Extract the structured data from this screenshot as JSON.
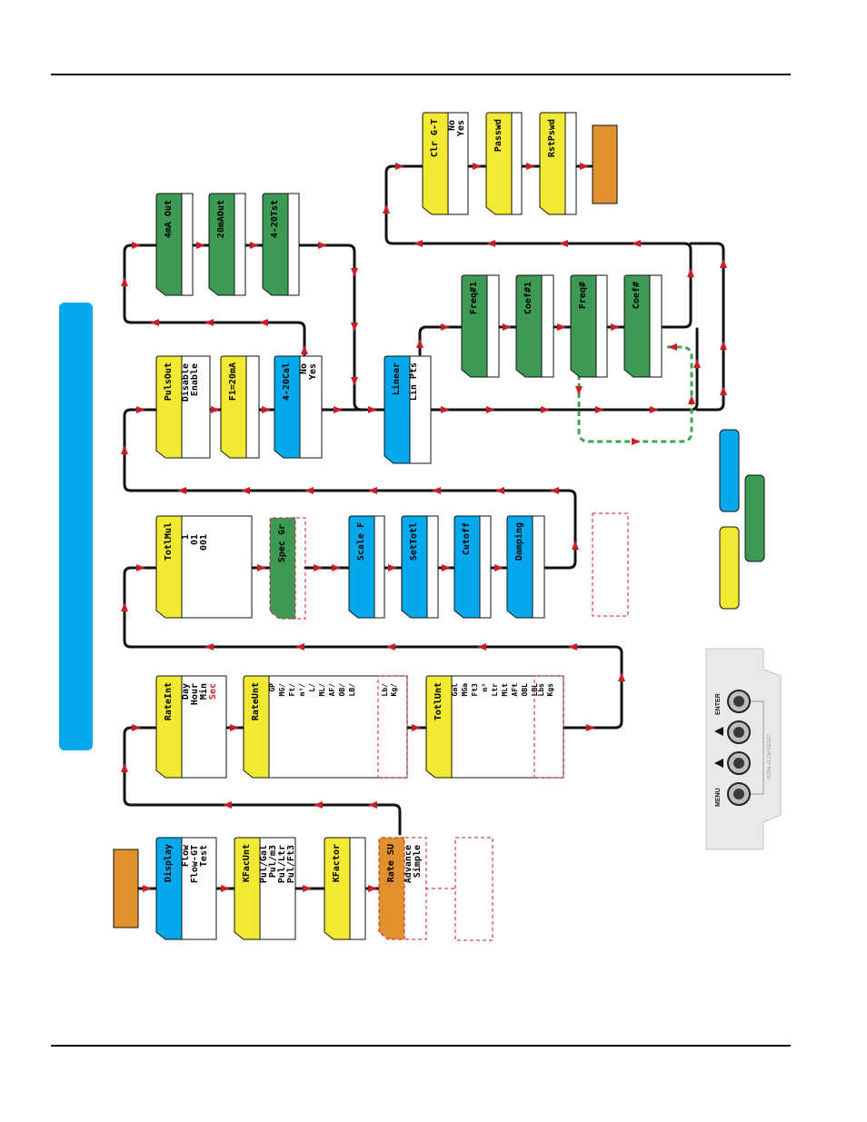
{
  "colors": {
    "yellow": "#f2e933",
    "green": "#3c9a55",
    "blue": "#03a9ec",
    "orange": "#e1902e",
    "flow_line": "#111111",
    "arrow": "#c81e28",
    "dashed_green": "#3aa652",
    "dashed_red": "#c81e28"
  },
  "menus": {
    "display": {
      "title": "Display",
      "options": [
        "Flow",
        "Flow-GT",
        "Test"
      ]
    },
    "kfacunt": {
      "title": "KFacUnt",
      "options": [
        "Pul/Gal",
        "Pul/m3",
        "Pul/Ltr",
        "Pul/Ft3"
      ]
    },
    "kfactor": {
      "title": "KFactor"
    },
    "ratesu": {
      "title": "Rate SU",
      "options": [
        "Advance",
        "Simple"
      ]
    },
    "rateint": {
      "title": "RateInt",
      "options": [
        "Day",
        "Hour",
        "Min",
        "Sec"
      ]
    },
    "rateunt": {
      "title": "RateUnt",
      "options": [
        "GP",
        "MG/",
        "Ft/",
        "m³/",
        "L/",
        "ML/",
        "AF/",
        "OB/",
        "LB/"
      ],
      "extra": [
        "Lb/",
        "Kg/"
      ]
    },
    "totlunt": {
      "title": "TotlUnt",
      "options": [
        "Gal",
        "MGa",
        "Ft3",
        "m³",
        "Ltr",
        "MLt",
        "AFt",
        "OBL",
        "LBL"
      ],
      "extra": [
        "Lbs",
        "Kgs"
      ]
    },
    "totlmul": {
      "title": "TotlMul",
      "options": [
        "1",
        "01",
        "001"
      ]
    },
    "specgr": {
      "title": "Spec Gr"
    },
    "scalef": {
      "title": "Scale F"
    },
    "settotl": {
      "title": "SetTotl"
    },
    "cutoff": {
      "title": "Cutoff"
    },
    "damping": {
      "title": "Damping"
    },
    "pulsout": {
      "title": "PulsOut",
      "options": [
        "Disable",
        "Enable"
      ]
    },
    "f1": {
      "title": "F1=20mA"
    },
    "cal420": {
      "title": "4-20Cal",
      "options": [
        "No",
        "Yes"
      ]
    },
    "out4ma": {
      "title": "4mA Out"
    },
    "out20ma": {
      "title": "20mAOut"
    },
    "tst420": {
      "title": "4-20Tst"
    },
    "linear": {
      "title": "Linear",
      "options": [
        "Lin Pts"
      ]
    },
    "freq1": {
      "title": "Freq#1"
    },
    "coef1": {
      "title": "Coef#1"
    },
    "freqn": {
      "title": "Freq#"
    },
    "coefn": {
      "title": "Coef#"
    },
    "clrgt": {
      "title": "Clr G-T",
      "options": [
        "No",
        "Yes"
      ]
    },
    "passwd": {
      "title": "Passwd"
    },
    "rstpswd": {
      "title": "RstPswd"
    }
  },
  "keypad": {
    "enter": "ENTER",
    "menu": "MENU",
    "reset": "TOTAL FLOW RESET"
  }
}
